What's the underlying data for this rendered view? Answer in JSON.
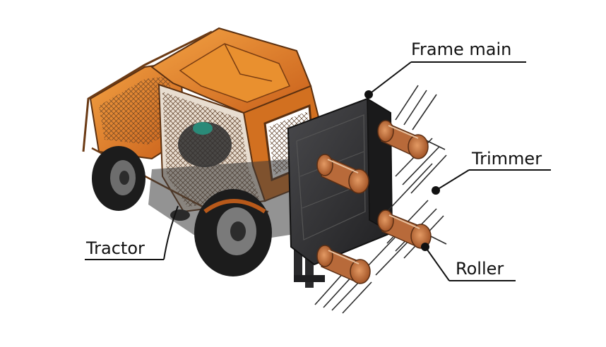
{
  "labels": {
    "frame_main": "Frame main",
    "trimmer": "Trimmer",
    "tractor": "Tractor",
    "roller": "Roller"
  },
  "colors": {
    "body_orange": "#e07a1f",
    "body_orange_dark": "#b8591a",
    "roller_copper": "#c0703a",
    "frame_dark": "#2e2e30",
    "tire_black": "#1c1c1c",
    "leader_line": "#111111"
  },
  "icons": [
    "tractor-illustration",
    "frame-main-illustration",
    "trimmer-blades-illustration",
    "roller-illustration"
  ]
}
